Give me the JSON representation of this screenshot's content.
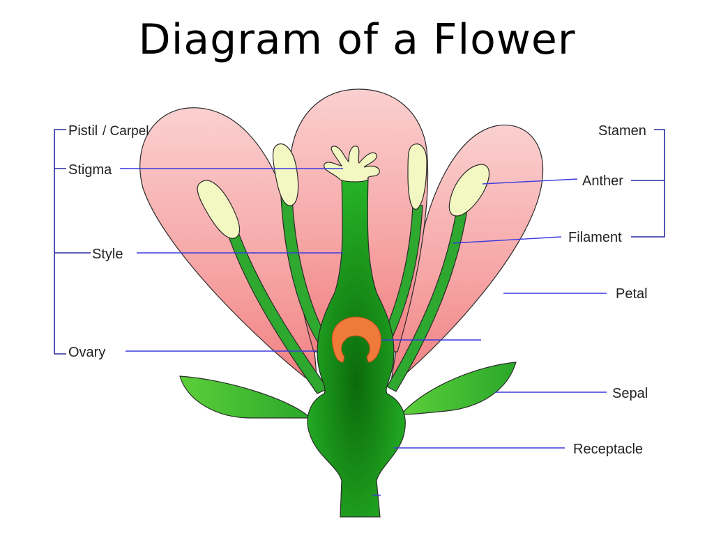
{
  "title": "Diagram of a Flower",
  "labels": {
    "pistil": "Pistil",
    "carpel": "/ Carpel",
    "stigma": "Stigma",
    "style": "Style",
    "ovary": "Ovary",
    "stamen": "Stamen",
    "anther": "Anther",
    "filament": "Filament",
    "petal": "Petal",
    "sepal": "Sepal",
    "receptacle": "Receptacle"
  },
  "colors": {
    "petal": "#f28c8c",
    "petal_light": "#fcd2d2",
    "stem": "#1fa11f",
    "stem_dark": "#0d6e0d",
    "anther": "#f3f7c2",
    "ovule": "#f07a3a",
    "leader_line": "#3a3ae0"
  }
}
